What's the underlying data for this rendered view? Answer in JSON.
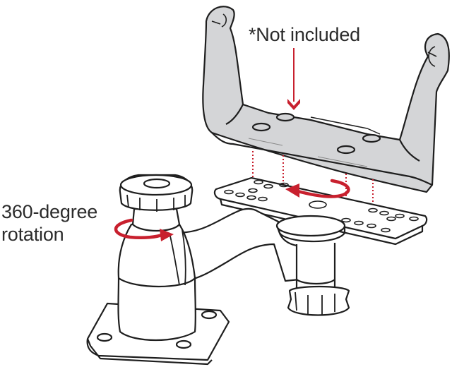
{
  "annotations": {
    "not_included": "*Not included",
    "rotation_line1": "360-degree",
    "rotation_line2": "rotation"
  },
  "colors": {
    "accent_red": "#c8202e",
    "outline": "#1e1e1e",
    "bracket_fill": "#d4d5d7",
    "text": "#2b2b2b",
    "background": "#ffffff"
  },
  "parts": {
    "bracket": "display bracket",
    "plate": "rectangular mounting plate",
    "arm": "swing arm",
    "knob": "locking knob",
    "base": "square base with four holes"
  }
}
